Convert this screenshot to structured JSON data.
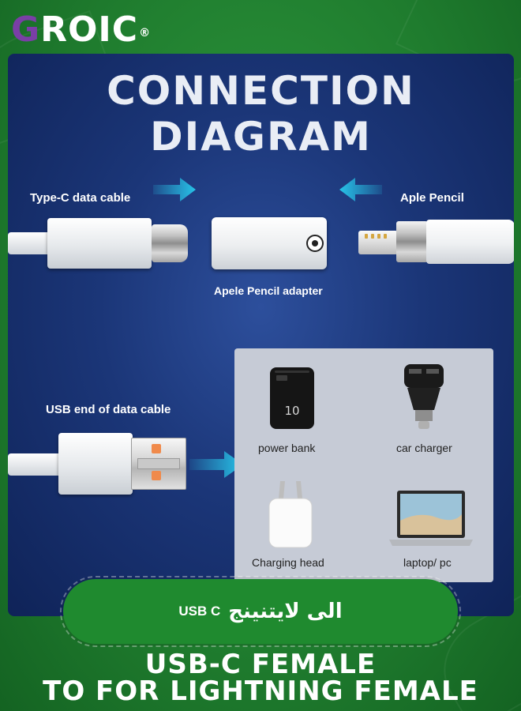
{
  "brand": {
    "name": "GROIC",
    "registered": "®"
  },
  "panel": {
    "title": "CONNECTION DIAGRAM",
    "labels": {
      "type_c_cable": "Type-C data cable",
      "pencil": "Aple Pencil",
      "adapter": "Apele Pencil adapter",
      "usb_end": "USB end of data cable"
    },
    "devices": [
      {
        "label": "power bank",
        "icon": "power-bank-icon"
      },
      {
        "label": "car charger",
        "icon": "car-charger-icon"
      },
      {
        "label": "Charging head",
        "icon": "charging-head-icon"
      },
      {
        "label": "laptop/ pc",
        "icon": "laptop-icon"
      }
    ],
    "power_bank_display": "10"
  },
  "banner": {
    "arabic": "الى لايتنينج",
    "english": "USB C"
  },
  "bottom": {
    "line1": "USB-C FEMALE",
    "line2": "TO FOR LIGHTNING FEMALE"
  },
  "colors": {
    "green": "#1f8a2f",
    "navy": "#1b3678",
    "arrow": "#27c3e8",
    "purple": "#7a3fa6"
  }
}
